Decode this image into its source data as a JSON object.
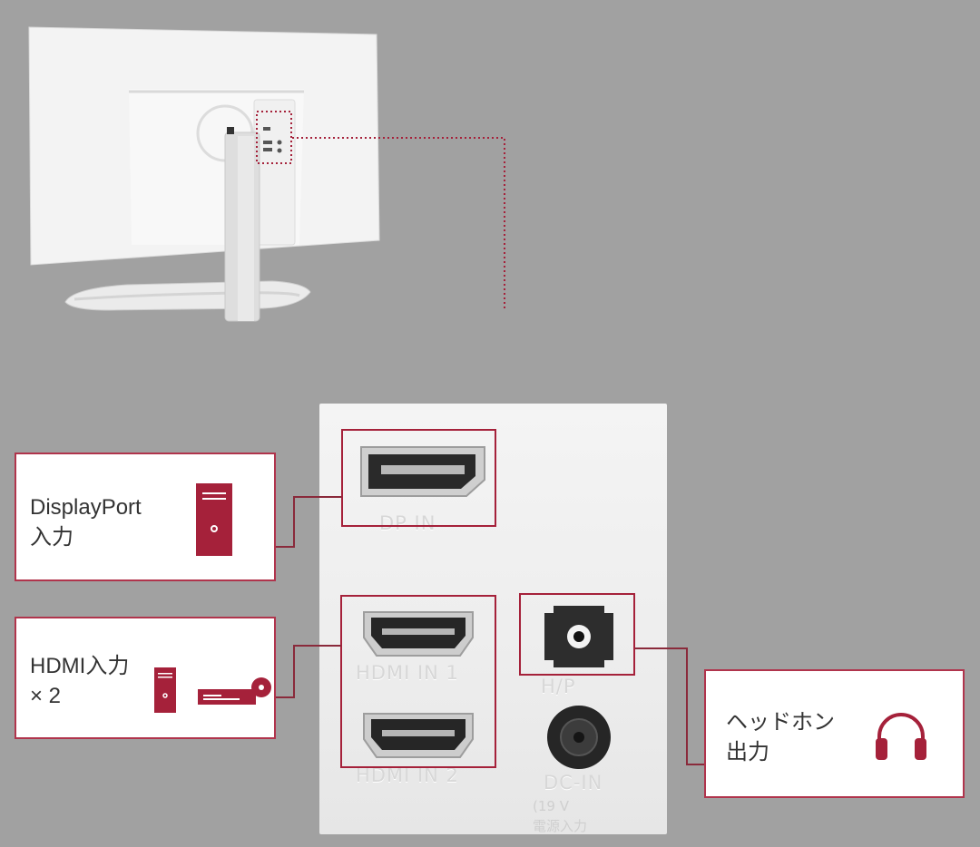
{
  "colors": {
    "background": "#a1a1a1",
    "accent": "#a5213a",
    "panel": "#eeeeee",
    "callout_text": "#333333"
  },
  "panel_ports": {
    "dp": "DP IN",
    "hdmi1": "HDMI IN 1",
    "hdmi2": "HDMI IN 2",
    "hp": "H/P",
    "dc": "DC-IN",
    "dc_rating": "(19 V",
    "dc_sub": "電源入力"
  },
  "callouts": {
    "displayport": {
      "label": "DisplayPort\n入力",
      "icon": "pc-tower-icon"
    },
    "hdmi": {
      "label": "HDMI入力\n× 2",
      "icons": [
        "pc-tower-icon",
        "media-player-icon"
      ]
    },
    "headphone": {
      "label": "ヘッドホン\n出力",
      "icon": "headphones-icon"
    }
  }
}
